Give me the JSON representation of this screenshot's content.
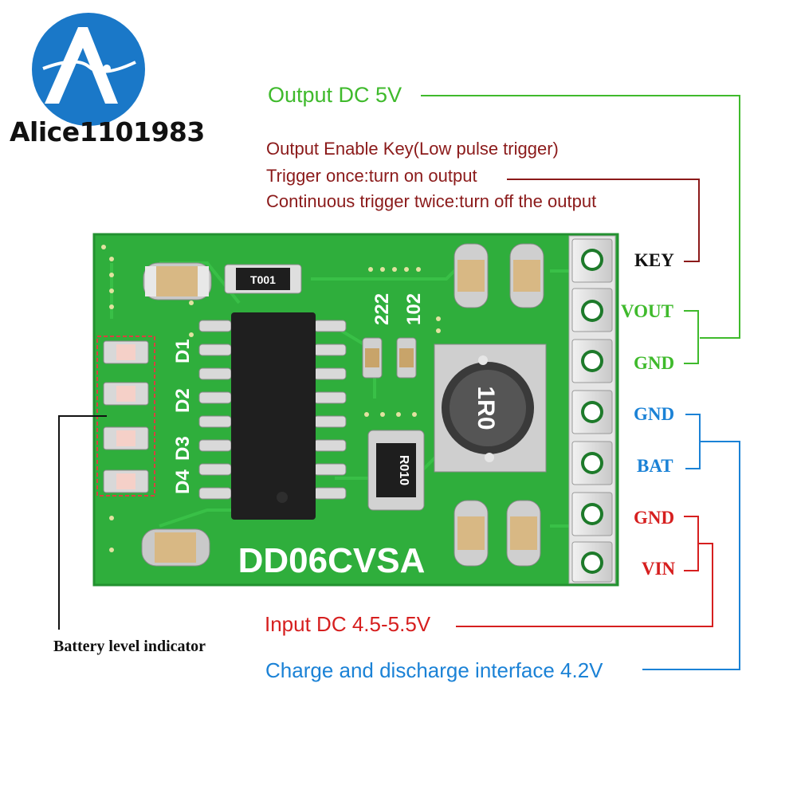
{
  "logo": {
    "text": "Alice1101983"
  },
  "callouts": {
    "output": "Output DC 5V",
    "key_lines": [
      "Output Enable Key(Low pulse trigger)",
      "Trigger once:turn on output",
      "Continuous trigger twice:turn off the output"
    ],
    "input": "Input DC 4.5-5.5V",
    "charge": "Charge and discharge interface  4.2V",
    "battery": "Battery level indicator"
  },
  "pins": [
    {
      "label": "KEY",
      "color": "#111111"
    },
    {
      "label": "VOUT",
      "color": "#3fba2c"
    },
    {
      "label": "GND",
      "color": "#3fba2c"
    },
    {
      "label": "GND",
      "color": "#1b82d6"
    },
    {
      "label": "BAT",
      "color": "#1b82d6"
    },
    {
      "label": "GND",
      "color": "#d61f1f"
    },
    {
      "label": "VIN",
      "color": "#d61f1f"
    }
  ],
  "board": {
    "name": "DD06CVSA",
    "led_labels": [
      "D1",
      "D2",
      "D3",
      "D4"
    ],
    "inductor_marking": "1R0",
    "resistor_marking": "T001",
    "current_sense_marking": "R010",
    "cap_marking_a": "222",
    "cap_marking_b": "102"
  },
  "colors": {
    "pcb": "#2fae3c",
    "output_line": "#3fba2c",
    "key_line": "#8b1a1a",
    "input_line": "#d61f1f",
    "charge_line": "#1b82d6",
    "logo_circle": "#1a78c8"
  }
}
